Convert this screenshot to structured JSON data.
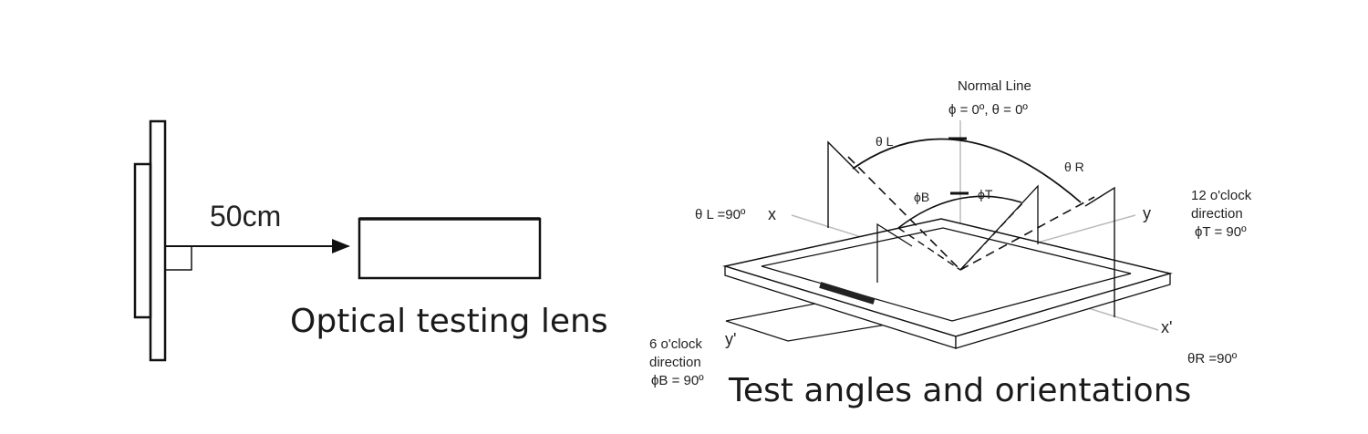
{
  "left_diagram": {
    "distance_label": "50cm",
    "caption": "Optical testing lens"
  },
  "right_diagram": {
    "normal_line_label": "Normal Line",
    "normal_angles": "ϕ = 0º, θ = 0º",
    "theta_left_label": "θ L =90º",
    "theta_right_label": "θR =90º",
    "theta_l": "θ L",
    "theta_r": "θ R",
    "phi_b_label": "ϕB",
    "phi_t_label": "ϕT",
    "axis_x": "x",
    "axis_y": "y",
    "axis_x_prime": "x'",
    "axis_y_prime": "y'",
    "twelve_line1": "12  o'clock",
    "twelve_line2": "direction",
    "twelve_line3": "ϕT = 90º",
    "six_line1": "6 o'clock",
    "six_line2": "direction",
    "six_line3": "ϕB = 90º",
    "caption": "Test angles and orientations"
  }
}
